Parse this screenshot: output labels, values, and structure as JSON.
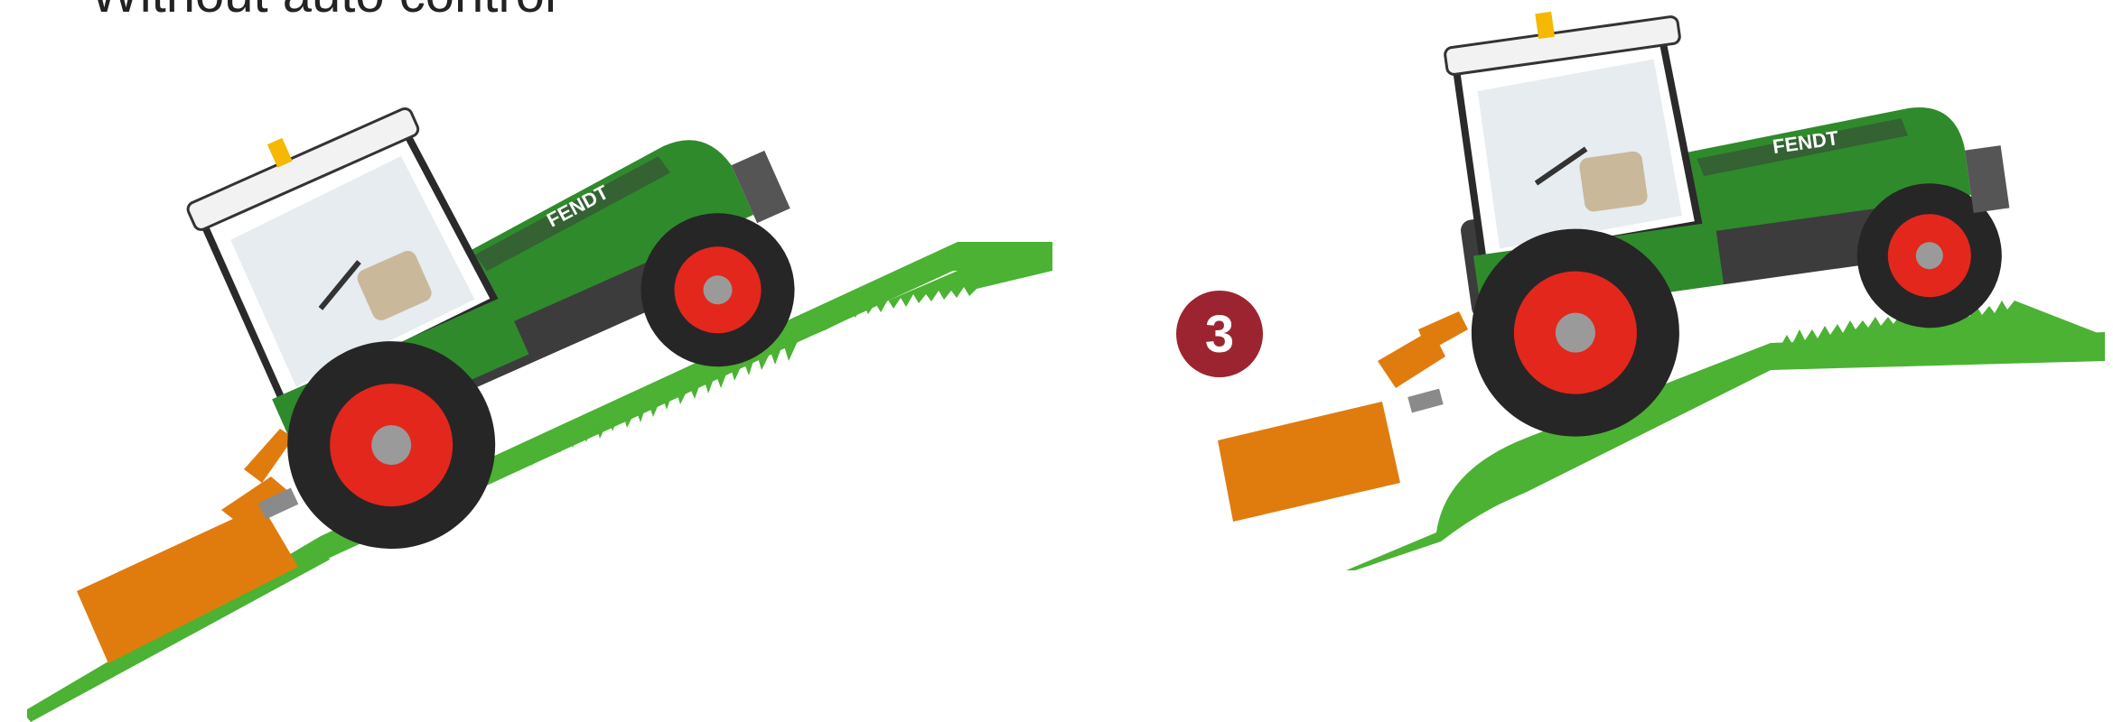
{
  "heading": "Without auto control",
  "badge_number": "3",
  "brand_text": "FENDT",
  "colors": {
    "ground": "#4bb233",
    "implement": "#e07c0e",
    "tractor_body": "#2f8a2c",
    "tractor_dark": "#3c3c3c",
    "wheel_rim": "#e3271c",
    "badge": "#9c2430",
    "beacon": "#f6b800"
  },
  "panels": [
    {
      "name": "without-auto-control",
      "scene": "tractor tilted on slope, mower touching ground"
    },
    {
      "name": "with-auto-control",
      "scene": "tractor on crest, mower raised above ground"
    }
  ]
}
